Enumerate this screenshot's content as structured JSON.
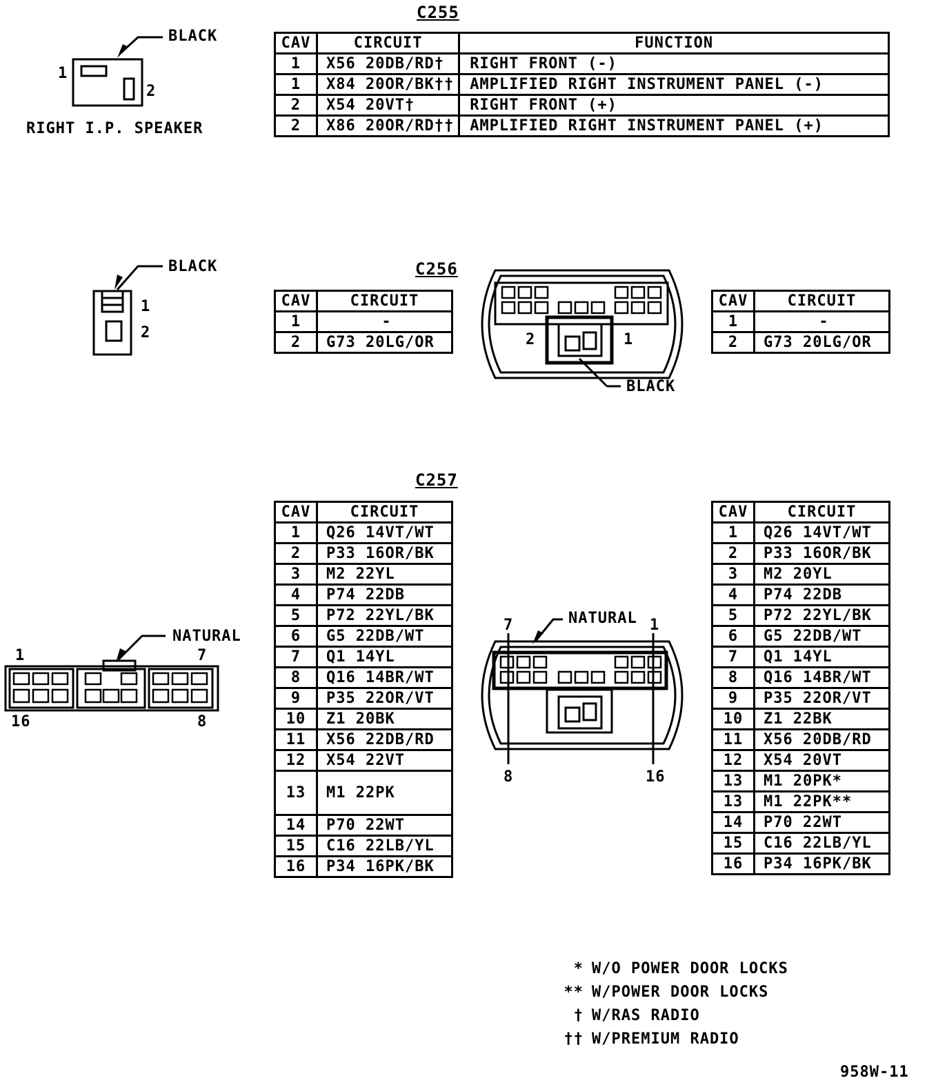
{
  "c255": {
    "title": "C255",
    "connector_color": "BLACK",
    "connector_name": "RIGHT I.P. SPEAKER",
    "pin_labels": [
      "1",
      "2"
    ],
    "headers": [
      "CAV",
      "CIRCUIT",
      "FUNCTION"
    ],
    "rows": [
      {
        "cav": "1",
        "circuit": "X56  20DB/RD†",
        "function": "RIGHT FRONT (-)"
      },
      {
        "cav": "1",
        "circuit": "X84  20OR/BK††",
        "function": "AMPLIFIED RIGHT INSTRUMENT PANEL (-)"
      },
      {
        "cav": "2",
        "circuit": "X54  20VT†",
        "function": "RIGHT FRONT (+)"
      },
      {
        "cav": "2",
        "circuit": "X86  20OR/RD††",
        "function": "AMPLIFIED RIGHT INSTRUMENT PANEL (+)"
      }
    ]
  },
  "c256": {
    "title": "C256",
    "connector_color": "BLACK",
    "pin_labels": [
      "1",
      "2"
    ],
    "center_pin_labels": [
      "2",
      "1"
    ],
    "center_color": "BLACK",
    "headers": [
      "CAV",
      "CIRCUIT"
    ],
    "left_rows": [
      {
        "cav": "1",
        "circuit": "-"
      },
      {
        "cav": "2",
        "circuit": "G73  20LG/OR"
      }
    ],
    "right_rows": [
      {
        "cav": "1",
        "circuit": "-"
      },
      {
        "cav": "2",
        "circuit": "G73  20LG/OR"
      }
    ]
  },
  "c257": {
    "title": "C257",
    "connector_color": "NATURAL",
    "left_connector_pins": {
      "top_left": "1",
      "top_right": "7",
      "bottom_left": "16",
      "bottom_right": "8"
    },
    "center_connector_pins": {
      "top_left": "7",
      "top_right": "1",
      "bottom_left": "8",
      "bottom_right": "16"
    },
    "center_color": "NATURAL",
    "headers": [
      "CAV",
      "CIRCUIT"
    ],
    "left_rows": [
      {
        "cav": "1",
        "circuit": "Q26  14VT/WT"
      },
      {
        "cav": "2",
        "circuit": "P33  16OR/BK"
      },
      {
        "cav": "3",
        "circuit": "M2  22YL"
      },
      {
        "cav": "4",
        "circuit": "P74  22DB"
      },
      {
        "cav": "5",
        "circuit": "P72  22YL/BK"
      },
      {
        "cav": "6",
        "circuit": "G5  22DB/WT"
      },
      {
        "cav": "7",
        "circuit": "Q1  14YL"
      },
      {
        "cav": "8",
        "circuit": "Q16  14BR/WT"
      },
      {
        "cav": "9",
        "circuit": "P35  22OR/VT"
      },
      {
        "cav": "10",
        "circuit": "Z1  20BK"
      },
      {
        "cav": "11",
        "circuit": "X56  22DB/RD"
      },
      {
        "cav": "12",
        "circuit": "X54  22VT"
      },
      {
        "cav": "13",
        "circuit": "M1  22PK"
      },
      {
        "cav": "14",
        "circuit": "P70  22WT"
      },
      {
        "cav": "15",
        "circuit": "C16  22LB/YL"
      },
      {
        "cav": "16",
        "circuit": "P34  16PK/BK"
      }
    ],
    "right_rows": [
      {
        "cav": "1",
        "circuit": "Q26  14VT/WT"
      },
      {
        "cav": "2",
        "circuit": "P33  16OR/BK"
      },
      {
        "cav": "3",
        "circuit": "M2  20YL"
      },
      {
        "cav": "4",
        "circuit": "P74  22DB"
      },
      {
        "cav": "5",
        "circuit": "P72  22YL/BK"
      },
      {
        "cav": "6",
        "circuit": "G5  22DB/WT"
      },
      {
        "cav": "7",
        "circuit": "Q1  14YL"
      },
      {
        "cav": "8",
        "circuit": "Q16  14BR/WT"
      },
      {
        "cav": "9",
        "circuit": "P35  22OR/VT"
      },
      {
        "cav": "10",
        "circuit": "Z1  22BK"
      },
      {
        "cav": "11",
        "circuit": "X56  20DB/RD"
      },
      {
        "cav": "12",
        "circuit": "X54  20VT"
      },
      {
        "cav": "13",
        "circuit": "M1  20PK*"
      },
      {
        "cav": "13",
        "circuit": "M1  22PK**"
      },
      {
        "cav": "14",
        "circuit": "P70  22WT"
      },
      {
        "cav": "15",
        "circuit": "C16  22LB/YL"
      },
      {
        "cav": "16",
        "circuit": "P34  16PK/BK"
      }
    ]
  },
  "notes": [
    {
      "symbol": "*",
      "text": "W/O POWER DOOR LOCKS"
    },
    {
      "symbol": "**",
      "text": "W/POWER DOOR LOCKS"
    },
    {
      "symbol": "†",
      "text": "W/RAS RADIO"
    },
    {
      "symbol": "††",
      "text": "W/PREMIUM RADIO"
    }
  ],
  "figure_id": "958W-11"
}
